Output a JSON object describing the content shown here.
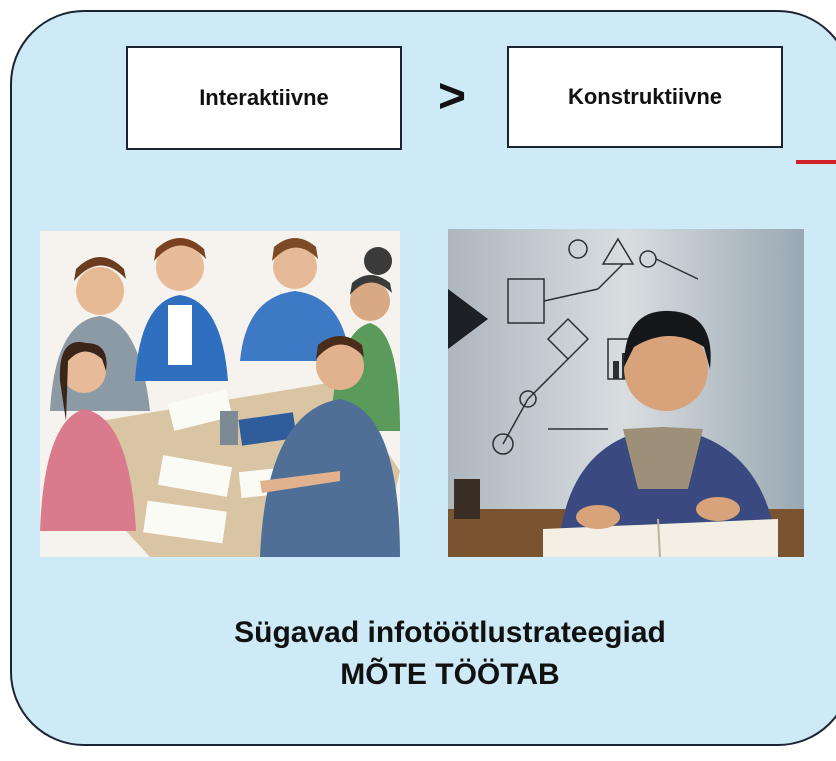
{
  "diagram": {
    "left_label": "Interaktiivne",
    "comparison_symbol": ">",
    "right_label": "Konstruktiivne",
    "caption_line1": "Sügavad infotöötlustrateegiad",
    "caption_line2": "MÕTE TÖÖTAB"
  },
  "images": {
    "left": "illustration-group-of-students-discussing-at-table",
    "right": "illustration-student-studying-alone-with-formulas"
  },
  "colors": {
    "panel_background": "#cdeaf6",
    "border": "#1b2433",
    "accent_line": "#d2202a"
  }
}
